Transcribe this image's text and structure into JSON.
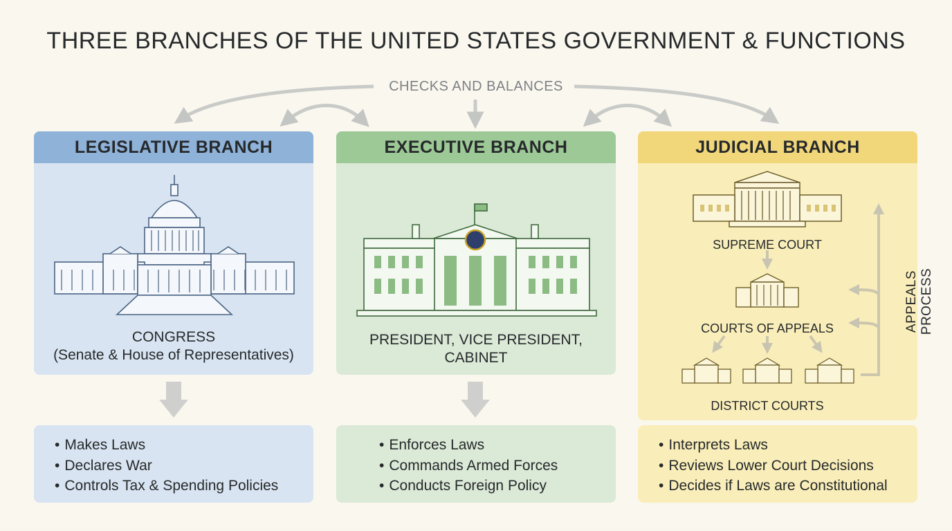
{
  "title": "THREE BRANCHES OF THE UNITED STATES GOVERNMENT & FUNCTIONS",
  "checks_label": "CHECKS AND BALANCES",
  "legislative": {
    "header": "LEGISLATIVE BRANCH",
    "body_line1": "CONGRESS",
    "body_line2": "(Senate & House of Representatives)",
    "functions": [
      "Makes Laws",
      "Declares War",
      "Controls Tax & Spending Policies"
    ],
    "icon": "capitol-building-icon",
    "color": "#8fb2d9"
  },
  "executive": {
    "header": "EXECUTIVE BRANCH",
    "body_line1": "PRESIDENT, VICE PRESIDENT,",
    "body_line2": "CABINET",
    "functions": [
      "Enforces Laws",
      "Commands Armed Forces",
      "Conducts Foreign Policy"
    ],
    "icon": "white-house-icon",
    "color": "#9cc995"
  },
  "judicial": {
    "header": "JUDICIAL BRANCH",
    "supreme": "SUPREME COURT",
    "appeals": "COURTS OF APPEALS",
    "district": "DISTRICT COURTS",
    "appeals_process": "APPEALS PROCESS",
    "functions": [
      "Interprets Laws",
      "Reviews Lower Court Decisions",
      "Decides if Laws are Constitutional"
    ],
    "icon": "courthouse-icon",
    "color": "#f1d77a"
  }
}
